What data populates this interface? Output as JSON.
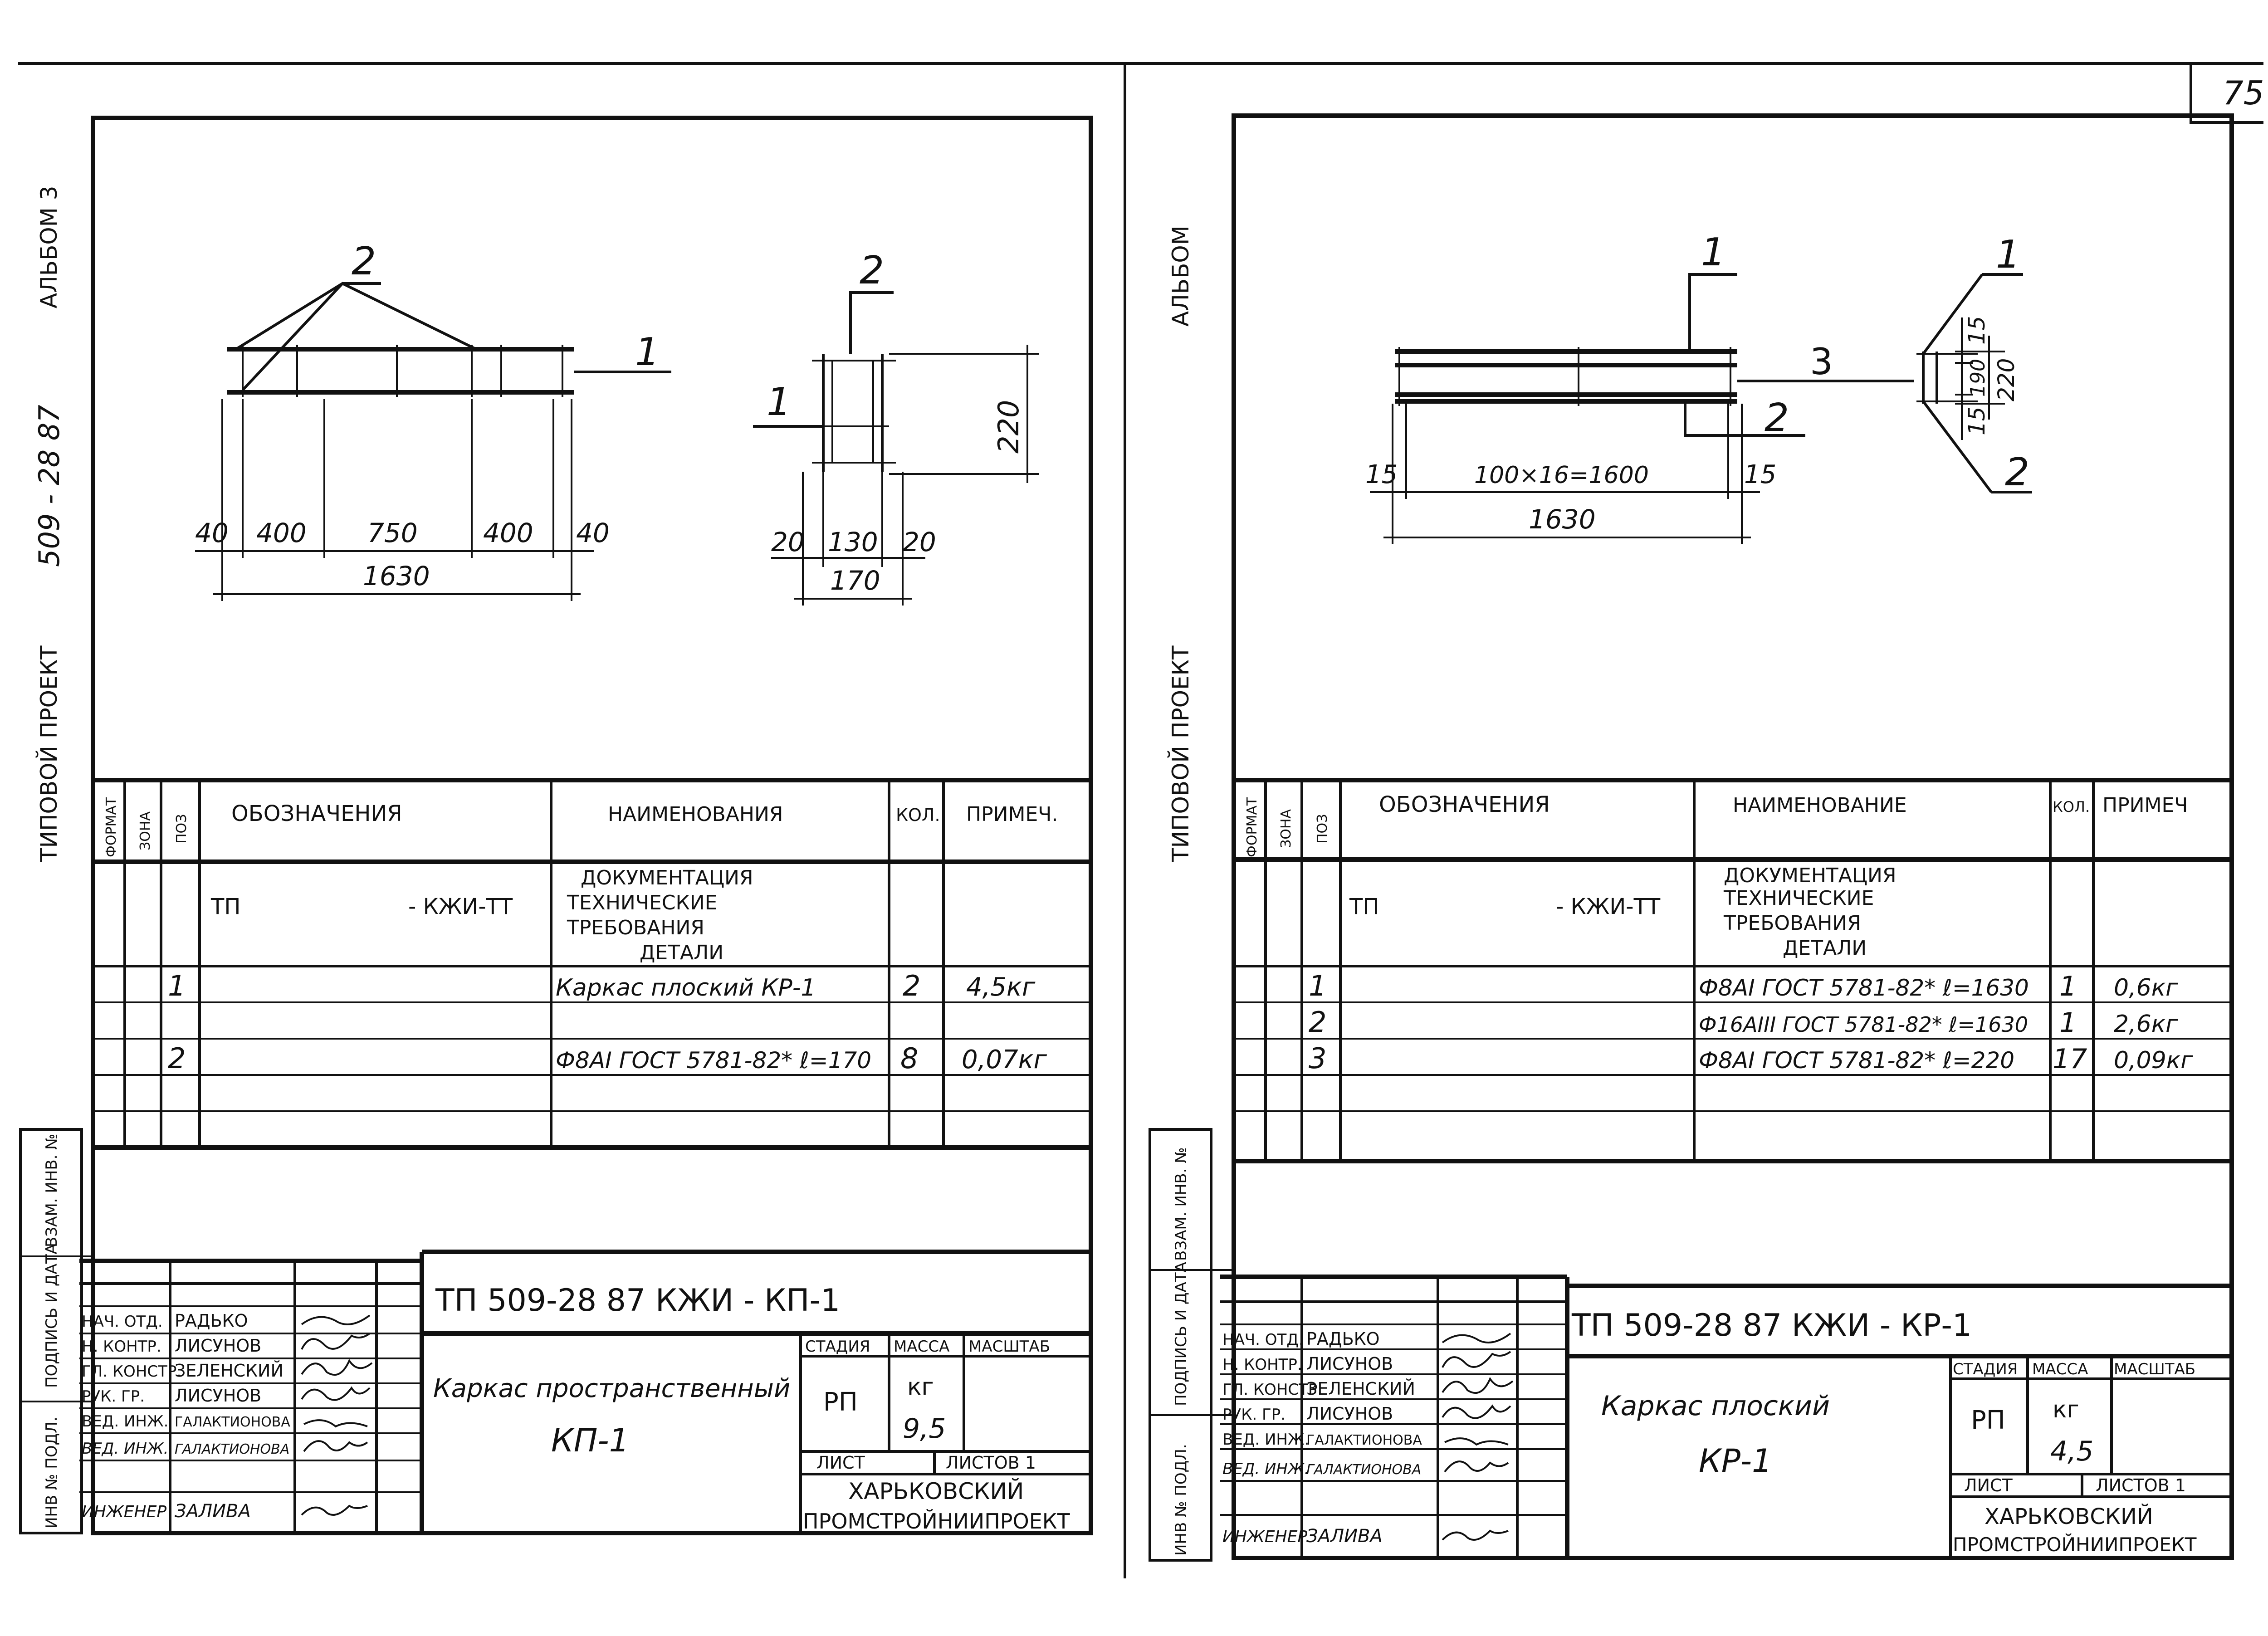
{
  "sheet_number": "75",
  "left_sheet": {
    "side_labels": {
      "album": "АЛЬБОМ 3",
      "project_code": "509 - 28 87",
      "project_type": "ТИПОВОЙ ПРОЕКТ"
    },
    "margin_labels": [
      "ИНВ № ПОДЛ.",
      "ПОДПИСЬ И ДАТА",
      "ВЗАМ. ИНВ. №"
    ],
    "drawing": {
      "front_view": {
        "callout_top": "2",
        "callout_right": "1",
        "dims_top": [
          "40",
          "400",
          "750",
          "400",
          "40"
        ],
        "dim_total": "1630"
      },
      "section_view": {
        "callout_top": "2",
        "callout_left": "1",
        "dim_height": "220",
        "dims_bottom": [
          "20",
          "130",
          "20"
        ],
        "dim_total": "170"
      }
    },
    "spec": {
      "headers": [
        "ФОРМАТ",
        "ЗОНА",
        "ПОЗ",
        "ОБОЗНАЧЕНИЯ",
        "НАИМЕНОВАНИЯ",
        "КОЛ.",
        "ПРИМЕЧ."
      ],
      "doc_designation_left": "ТП",
      "doc_designation_right": "- КЖИ-ТТ",
      "doc_name_lines": [
        "ДОКУМЕНТАЦИЯ",
        "ТЕХНИЧЕСКИЕ",
        "ТРЕБОВАНИЯ",
        "ДЕТАЛИ"
      ],
      "rows": [
        {
          "pos": "1",
          "name": "Каркас плоский КР-1",
          "qty": "2",
          "note": "4,5кг"
        },
        {
          "pos": "",
          "name": "",
          "qty": "",
          "note": ""
        },
        {
          "pos": "2",
          "name": "Ф8АI ГОСТ 5781-82* ℓ=170",
          "qty": "8",
          "note": "0,07кг"
        },
        {
          "pos": "",
          "name": "",
          "qty": "",
          "note": ""
        },
        {
          "pos": "",
          "name": "",
          "qty": "",
          "note": ""
        }
      ]
    },
    "title_block": {
      "code": "ТП    509-28 87   КЖИ - КП-1",
      "roles": [
        "НАЧ. ОТД.",
        "Н. КОНТР.",
        "ГЛ. КОНСТР.",
        "РУК. ГР.",
        "ВЕД. ИНЖ.",
        "ВЕД. ИНЖ.",
        "ИНЖЕНЕР"
      ],
      "names": [
        "РАДЬКО",
        "ЛИСУНОВ",
        "ЗЕЛЕНСКИЙ",
        "ЛИСУНОВ",
        "ГАЛАКТИОНОВА",
        "ГАЛАКТИОНОВА",
        "ЗАЛИВА"
      ],
      "product_line1": "Каркас   пространственный",
      "product_line2": "КП-1",
      "stage_label": "СТАДИЯ",
      "mass_label": "МАССА",
      "scale_label": "МАСШТАБ",
      "stage": "РП",
      "mass_unit": "кг",
      "mass": "9,5",
      "sheet_label": "ЛИСТ",
      "sheets_label": "ЛИСТОВ 1",
      "org_line1": "ХАРЬКОВСКИЙ",
      "org_line2": "ПРОМСТРОЙНИИПРОЕКТ"
    }
  },
  "right_sheet": {
    "side_labels": {
      "album": "АЛЬБОМ",
      "project_type": "ТИПОВОЙ ПРОЕКТ"
    },
    "margin_labels": [
      "ИНВ № ПОДЛ.",
      "ПОДПИСЬ И ДАТА",
      "ВЗАМ. ИНВ. №"
    ],
    "drawing": {
      "front_view": {
        "callout_top": "1",
        "callout_mid": "3",
        "callout_bottom": "2",
        "dim_left": "15",
        "dim_mid": "100×16=1600",
        "dim_right": "15",
        "dim_total": "1630"
      },
      "section_view": {
        "callout_top": "1",
        "callout_bottom": "2",
        "dim_a": "15",
        "dim_b": "190",
        "dim_c": "15",
        "dim_total": "220"
      }
    },
    "spec": {
      "headers": [
        "ФОРМАТ",
        "ЗОНА",
        "ПОЗ",
        "ОБОЗНАЧЕНИЯ",
        "НАИМЕНОВАНИЕ",
        "КОЛ.",
        "ПРИМЕЧ"
      ],
      "doc_designation_left": "ТП",
      "doc_designation_right": "- КЖИ-ТТ",
      "doc_name_lines": [
        "ДОКУМЕНТАЦИЯ",
        "ТЕХНИЧЕСКИЕ",
        "ТРЕБОВАНИЯ",
        "ДЕТАЛИ"
      ],
      "rows": [
        {
          "pos": "1",
          "name": "Ф8АI ГОСТ 5781-82* ℓ=1630",
          "qty": "1",
          "note": "0,6кг"
        },
        {
          "pos": "2",
          "name": "Ф16АIII ГОСТ 5781-82* ℓ=1630",
          "qty": "1",
          "note": "2,6кг"
        },
        {
          "pos": "3",
          "name": "Ф8АI ГОСТ 5781-82* ℓ=220",
          "qty": "17",
          "note": "0,09кг"
        },
        {
          "pos": "",
          "name": "",
          "qty": "",
          "note": ""
        },
        {
          "pos": "",
          "name": "",
          "qty": "",
          "note": ""
        }
      ]
    },
    "title_block": {
      "code": "ТП    509-28 87    КЖИ - КР-1",
      "roles": [
        "НАЧ. ОТД.",
        "Н. КОНТР.",
        "ГЛ. КОНСТР.",
        "РУК. ГР.",
        "ВЕД. ИНЖ.",
        "ВЕД. ИНЖ.",
        "ИНЖЕНЕР"
      ],
      "names": [
        "РАДЬКО",
        "ЛИСУНОВ",
        "ЗЕЛЕНСКИЙ",
        "ЛИСУНОВ",
        "ГАЛАКТИОНОВА",
        "ГАЛАКТИОНОВА",
        "ЗАЛИВА"
      ],
      "product_line1": "Каркас   плоский",
      "product_line2": "КР-1",
      "stage_label": "СТАДИЯ",
      "mass_label": "МАССА",
      "scale_label": "МАСШТАБ",
      "stage": "РП",
      "mass_unit": "кг",
      "mass": "4,5",
      "sheet_label": "ЛИСТ",
      "sheets_label": "ЛИСТОВ 1",
      "org_line1": "ХАРЬКОВСКИЙ",
      "org_line2": "ПРОМСТРОЙНИИПРОЕКТ"
    }
  }
}
